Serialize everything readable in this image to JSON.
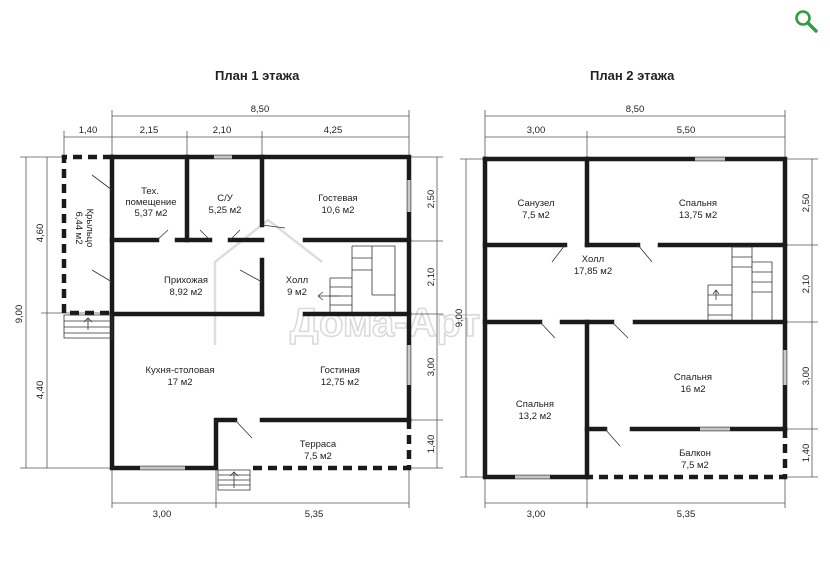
{
  "plan1": {
    "title": "План 1 этажа",
    "dims_top_total": "8,50",
    "dims_top": [
      "1,40",
      "2,15",
      "2,10",
      "4,25"
    ],
    "dims_bottom": [
      "3,00",
      "5,35"
    ],
    "dims_left_outer": "9,00",
    "dims_left": [
      "4,60",
      "4,40"
    ],
    "dims_right": [
      "2,50",
      "2,10",
      "3,00",
      "1,40"
    ],
    "rooms": {
      "tech_name": "Тех.",
      "tech_name2": "помещение",
      "tech_area": "5,37 м2",
      "wc_name": "С/У",
      "wc_area": "5,25 м2",
      "guest_name": "Гостевая",
      "guest_area": "10,6 м2",
      "porch_name": "Крыльцо",
      "porch_area": "6,44 м2",
      "hall_entry_name": "Прихожая",
      "hall_entry_area": "8,92 м2",
      "hall_name": "Холл",
      "hall_area": "9 м2",
      "kitchen_name": "Кухня-столовая",
      "kitchen_area": "17 м2",
      "living_name": "Гостиная",
      "living_area": "12,75 м2",
      "terrace_name": "Терраса",
      "terrace_area": "7,5 м2"
    }
  },
  "plan2": {
    "title": "План 2 этажа",
    "dims_top_total": "8,50",
    "dims_top": [
      "3,00",
      "5,50"
    ],
    "dims_bottom": [
      "3,00",
      "5,35"
    ],
    "dims_left_outer": "9,00",
    "dims_right": [
      "2,50",
      "2,10",
      "3,00",
      "1,40"
    ],
    "rooms": {
      "bath_name": "Санузел",
      "bath_area": "7,5 м2",
      "bed1_name": "Спальня",
      "bed1_area": "13,75 м2",
      "hall_name": "Холл",
      "hall_area": "17,85 м2",
      "bed2_name": "Спальня",
      "bed2_area": "16 м2",
      "bed3_name": "Спальня",
      "bed3_area": "13,2 м2",
      "balcony_name": "Балкон",
      "balcony_area": "7,5 м2"
    }
  },
  "watermark": "Дома-Арт",
  "zoom_icon": "zoom-icon",
  "colors": {
    "wall": "#1a1a1a",
    "icon": "#2e9e3e"
  }
}
